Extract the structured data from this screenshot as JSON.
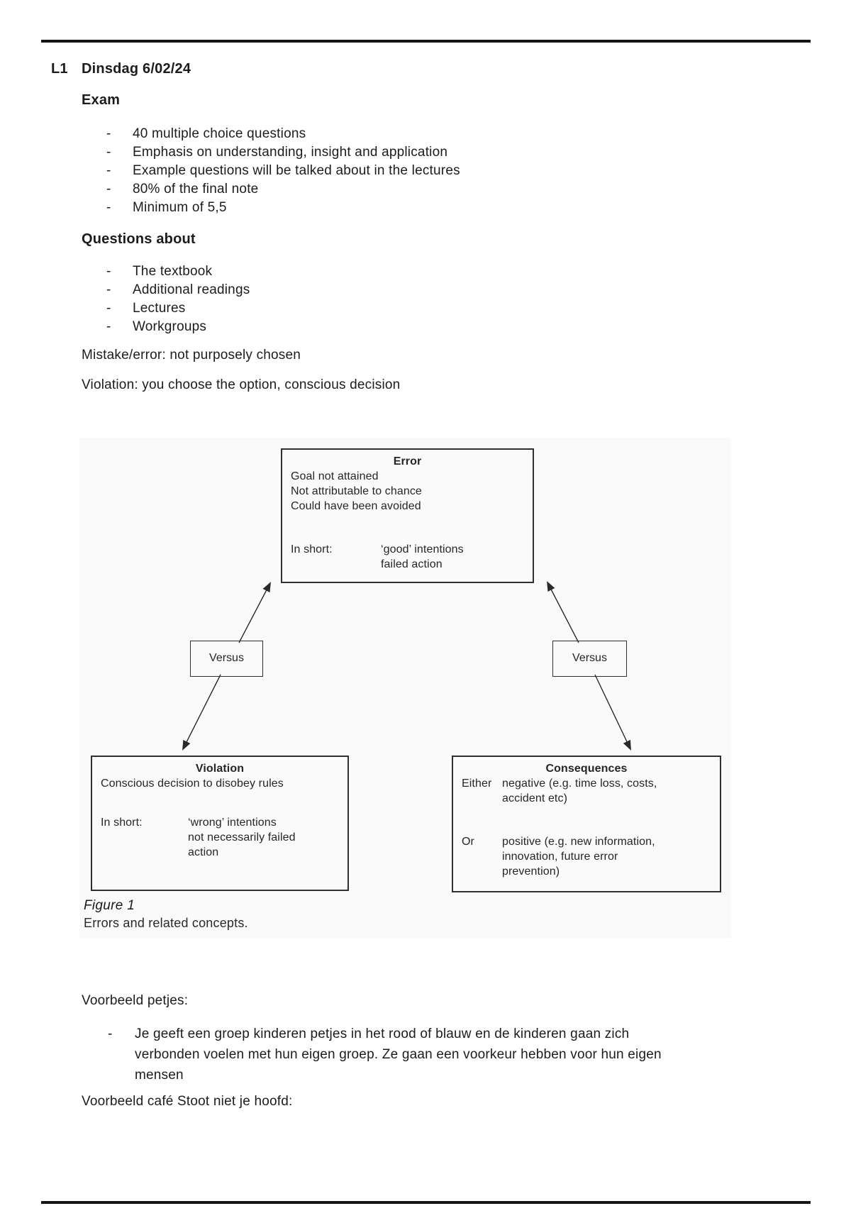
{
  "header": {
    "code": "L1",
    "title": "Dinsdag 6/02/24"
  },
  "exam": {
    "heading": "Exam",
    "bullets": [
      "40 multiple choice questions",
      "Emphasis on understanding, insight and application",
      "Example questions will be talked about in the lectures",
      "80% of the final note",
      "Minimum of 5,5"
    ]
  },
  "questions": {
    "heading": "Questions about",
    "bullets": [
      "The textbook",
      "Additional readings",
      "Lectures",
      "Workgroups"
    ]
  },
  "paragraphs": {
    "mistake": "Mistake/error: not purposely chosen",
    "violation": "Violation: you choose the option, conscious decision"
  },
  "figure": {
    "error_box": {
      "title": "Error",
      "lines": [
        "Goal not attained",
        "Not attributable to chance",
        "Could have been avoided"
      ],
      "in_short_label": "In short:",
      "in_short_value_lines": [
        "‘good’ intentions",
        "failed action"
      ]
    },
    "versus_left": "Versus",
    "versus_right": "Versus",
    "violation_box": {
      "title": "Violation",
      "subtitle": "Conscious decision to disobey rules",
      "in_short_label": "In short:",
      "in_short_value_lines": [
        "‘wrong’ intentions",
        "not necessarily failed",
        "action"
      ]
    },
    "consequences_box": {
      "title": "Consequences",
      "either_label": "Either",
      "either_lines": [
        "negative (e.g. time loss, costs,",
        "accident etc)"
      ],
      "or_label": "Or",
      "or_lines": [
        "positive (e.g. new information,",
        "innovation, future error",
        "prevention)"
      ]
    },
    "caption_title": "Figure 1",
    "caption_text": "Errors and related concepts."
  },
  "examples": {
    "intro1": "Voorbeeld petjes:",
    "bullet_lines": [
      "Je geeft een groep kinderen petjes in het rood of blauw en de kinderen gaan zich",
      "verbonden voelen met hun eigen groep. Ze gaan een voorkeur hebben voor hun eigen",
      "mensen"
    ],
    "intro2": "Voorbeeld café Stoot niet je hoofd:"
  },
  "glyphs": {
    "bullet_dash": "-"
  }
}
